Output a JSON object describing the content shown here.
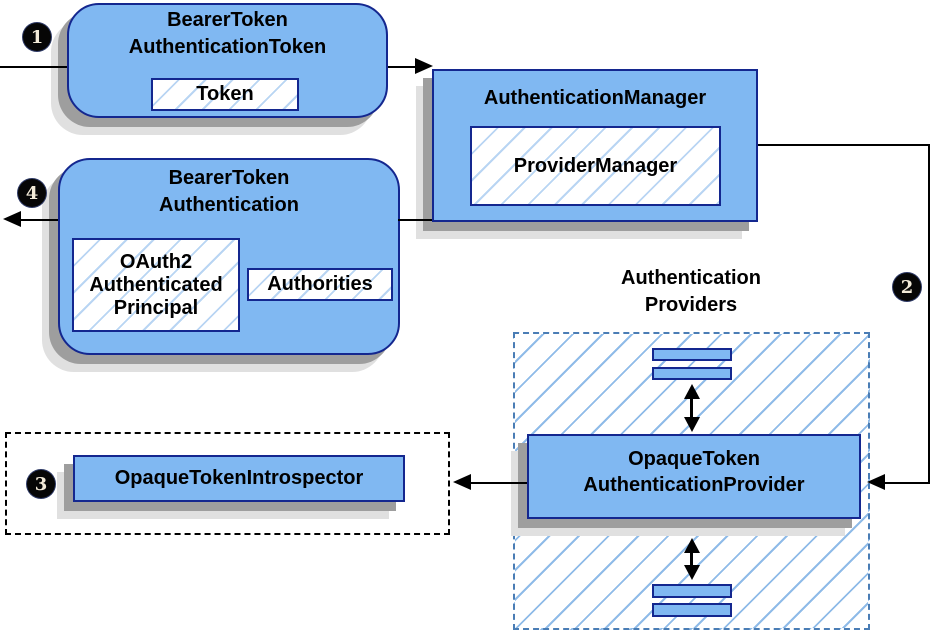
{
  "steps": {
    "s1": "1",
    "s2": "2",
    "s3": "3",
    "s4": "4"
  },
  "nodes": {
    "bearerTokenAuthenticationToken": {
      "titleLine1": "BearerToken",
      "titleLine2": "AuthenticationToken",
      "tokenChip": "Token"
    },
    "authenticationManager": {
      "title": "AuthenticationManager",
      "providerManagerChip": "ProviderManager"
    },
    "bearerTokenAuthentication": {
      "titleLine1": "BearerToken",
      "titleLine2": "Authentication",
      "principalLine1": "OAuth2",
      "principalLine2": "Authenticated",
      "principalLine3": "Principal",
      "authoritiesChip": "Authorities"
    },
    "opaqueTokenIntrospector": {
      "title": "OpaqueTokenIntrospector"
    },
    "authenticationProviders": {
      "labelLine1": "Authentication",
      "labelLine2": "Providers"
    },
    "opaqueTokenAuthenticationProvider": {
      "titleLine1": "OpaqueToken",
      "titleLine2": "AuthenticationProvider"
    }
  },
  "colors": {
    "nodeFill": "#80B8F2",
    "nodeBorder": "#14278F",
    "containerHatchLine": "#8FBBE8",
    "chipHatchLine": "#B9D5F3",
    "containerDashedBorder": "#4A7DB5",
    "introspectorDashedBorder": "#000000",
    "shadowDark": "#9E9E9E",
    "shadowLight": "#E0E0E0",
    "connector": "#000000",
    "badgeBackground": "#060606",
    "badgeText": "#F2EAD8"
  }
}
